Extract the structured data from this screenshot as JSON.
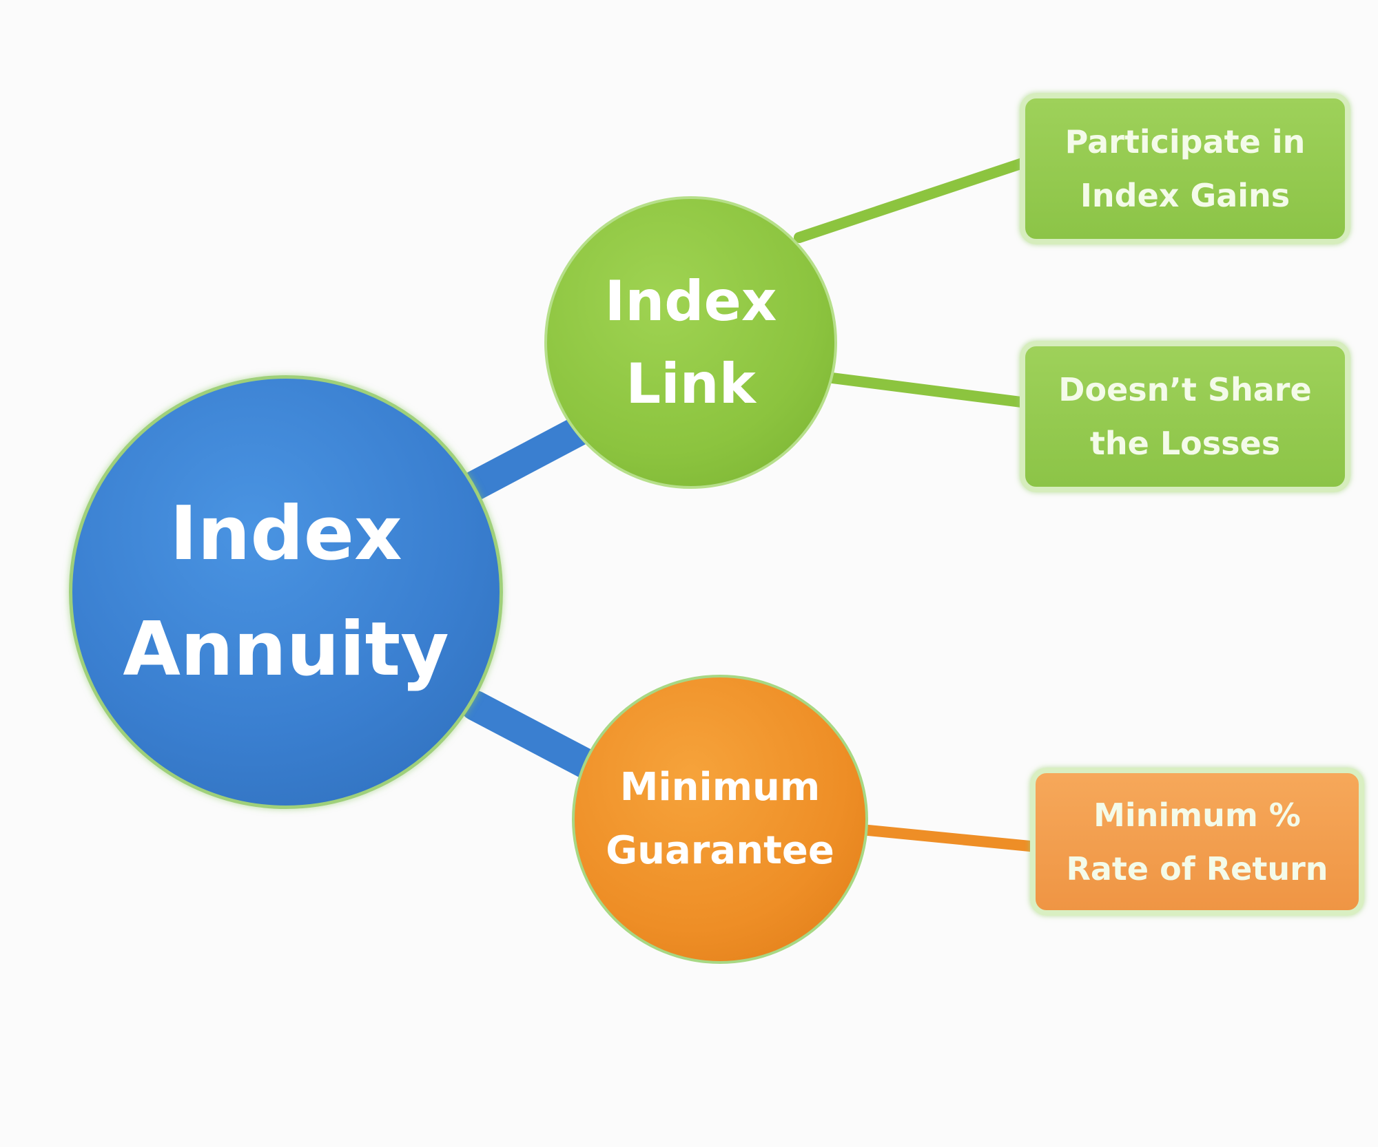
{
  "diagram": {
    "center": {
      "line1": "Index",
      "line2": "Annuity",
      "color": "#3a7fd0"
    },
    "branches": [
      {
        "line1": "Index",
        "line2": "Link",
        "color": "#8cc43f",
        "leaves": [
          {
            "line1": "Participate in",
            "line2": "Index Gains"
          },
          {
            "line1": "Doesn’t Share",
            "line2": "the Losses"
          }
        ]
      },
      {
        "line1": "Minimum",
        "line2": "Guarantee",
        "color": "#ee8e26",
        "leaves": [
          {
            "line1": "Minimum %",
            "line2": "Rate of Return"
          }
        ]
      }
    ]
  }
}
